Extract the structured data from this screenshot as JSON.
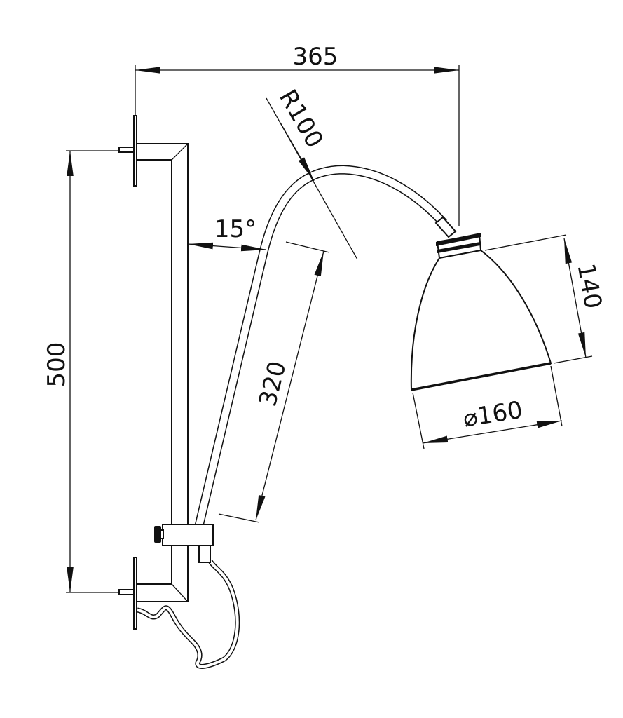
{
  "drawing": {
    "dimensions": {
      "width_total": "365",
      "radius": "R100",
      "angle": "15°",
      "mount_height": "500",
      "arm_length": "320",
      "shade_height": "140",
      "shade_diameter": "⌀160"
    }
  }
}
